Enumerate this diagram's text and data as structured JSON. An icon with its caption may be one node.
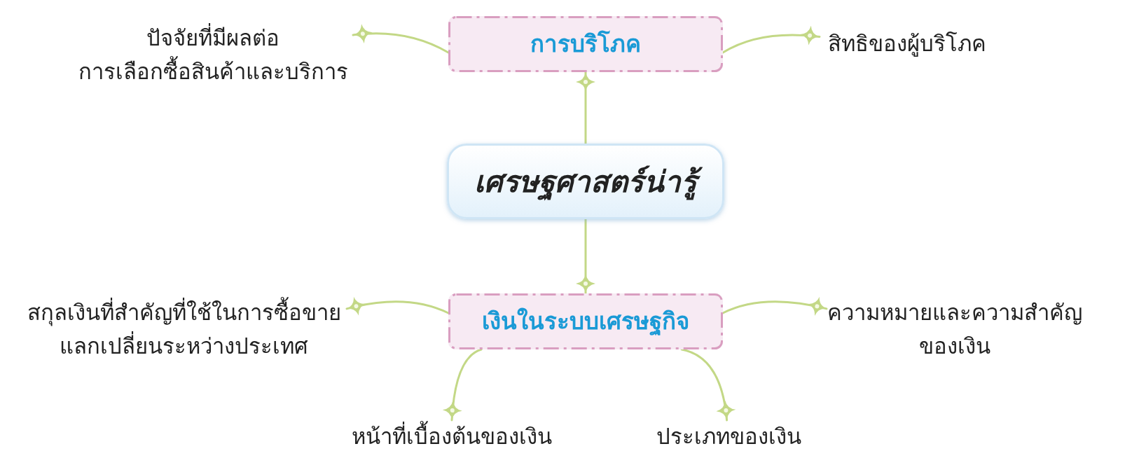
{
  "diagram": {
    "nodes": [
      {
        "text": [
          "เศรษฐศาสตร์น่ารู้"
        ]
      },
      {
        "text": [
          "การบริโภค"
        ]
      },
      {
        "text": [
          "เงินในระบบเศรษฐกิจ"
        ]
      },
      {
        "text": [
          "ปัจจัยที่มีผลต่อ การเลือกซื้อสินค้าและบริการ"
        ]
      },
      {
        "text": [
          "สิทธิของผู้บริโภค"
        ]
      },
      {
        "text": [
          "สกุลเงินที่สำคัญที่ใช้ในการซื้อขาย แลกเปลี่ยนระหว่างประเทศ"
        ]
      },
      {
        "text": [
          "ความหมายและความสำคัญ ของเงิน"
        ]
      },
      {
        "text": [
          "หน้าที่เบื้องต้นของเงิน"
        ]
      },
      {
        "text": [
          "ประเภทของเงิน"
        ]
      }
    ],
    "edges": [
      {
        "from": 0,
        "to": 1,
        "arrow": "other"
      },
      {
        "from": 0,
        "to": 2,
        "arrow": "other"
      },
      {
        "from": 1,
        "to": 3,
        "arrow": "other"
      },
      {
        "from": 1,
        "to": 4,
        "arrow": "other"
      },
      {
        "from": 2,
        "to": 5,
        "arrow": "other"
      },
      {
        "from": 2,
        "to": 6,
        "arrow": "other"
      },
      {
        "from": 2,
        "to": 7,
        "arrow": "other"
      },
      {
        "from": 2,
        "to": 8,
        "arrow": "other"
      }
    ]
  }
}
